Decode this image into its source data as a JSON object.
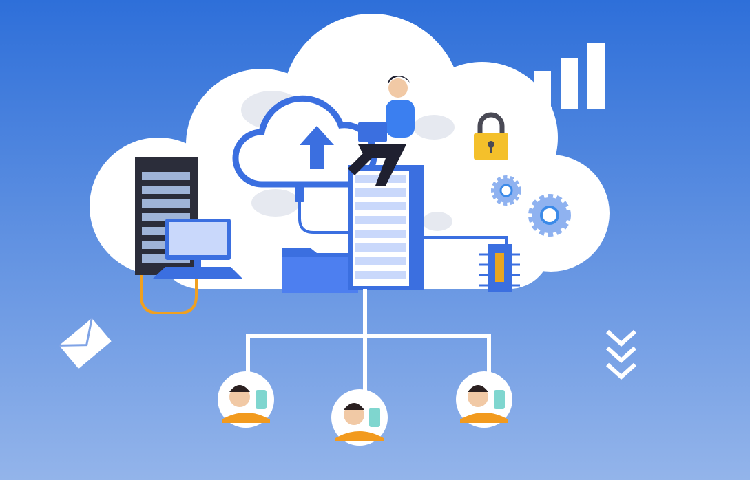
{
  "colors": {
    "background_top": "#2e6fd9",
    "background_bottom": "#93b4ea",
    "cloud": "#ffffff",
    "accent_blue": "#3b6fe0",
    "light_blue": "#c9d8fb",
    "lock_yellow": "#f4c02b",
    "cable_orange": "#f0a020",
    "server_dark": "#2b2d3a",
    "avatar_orange": "#f29a1e"
  },
  "icons": [
    "cloud-icon",
    "upload-cloud-icon",
    "server-rack-icon",
    "monitor-icon",
    "server-tower-icon",
    "folder-icon",
    "lock-icon",
    "signal-bars-icon",
    "gear-icon",
    "chip-icon",
    "envelope-icon",
    "chevrons-down-icon",
    "user-avatar-icon",
    "person-with-laptop-icon"
  ],
  "users": [
    {
      "id": "left"
    },
    {
      "id": "center"
    },
    {
      "id": "right"
    }
  ]
}
